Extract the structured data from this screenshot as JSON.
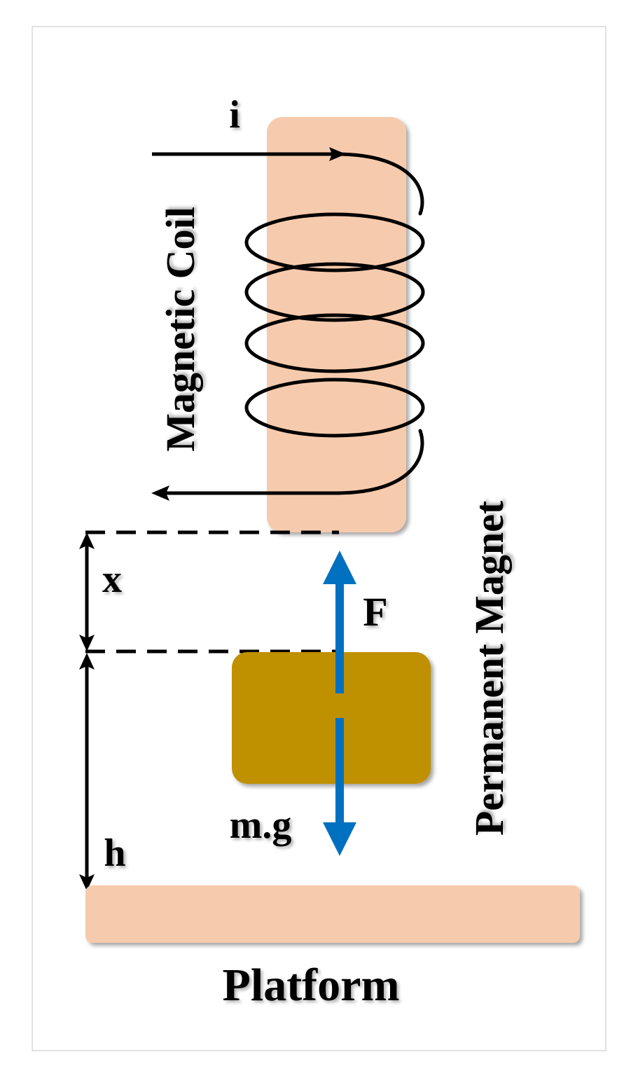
{
  "labels": {
    "current": "i",
    "coil": "Magnetic Coil",
    "gap": "x",
    "force": "F",
    "weight": "m.g",
    "height": "h",
    "magnet": "Permanent Magnet",
    "platform": "Platform"
  },
  "colors": {
    "coil_core": "#F6CBAD",
    "platform": "#F6CBAD",
    "magnet": "#BF9000",
    "force_arrow": "#0070C0",
    "line": "#000000",
    "frame": "#D9D9D9"
  }
}
